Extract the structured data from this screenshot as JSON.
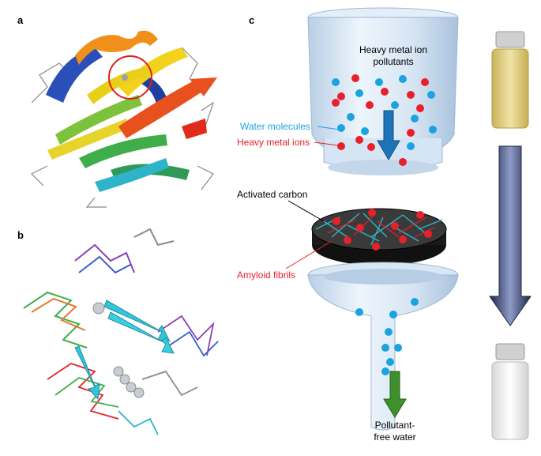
{
  "panels": {
    "a": {
      "label": "a"
    },
    "b": {
      "label": "b"
    },
    "c": {
      "label": "c"
    }
  },
  "labels": {
    "heavy_metal_ion_pollutants_line1": "Heavy metal ion",
    "heavy_metal_ion_pollutants_line2": "pollutants",
    "water_molecules": "Water molecules",
    "heavy_metal_ions": "Heavy metal ions",
    "activated_carbon": "Activated carbon",
    "amyloid_fibrils": "Amyloid fibrils",
    "pollutant_free_line1": "Pollutant-",
    "pollutant_free_line2": "free water"
  },
  "colors": {
    "water_blue": "#1aa3e0",
    "metal_red": "#e8202a",
    "label_blue": "#1aa3e0",
    "label_red": "#e8202a",
    "glass": "#cfe0f0",
    "arrow_blue": "#1f74b8",
    "arrow_green": "#3f8f2a",
    "arrow_dark": "#2e3a6a",
    "vial_yellow": "#e6d48a",
    "vial_clear": "#f2f2f2"
  }
}
